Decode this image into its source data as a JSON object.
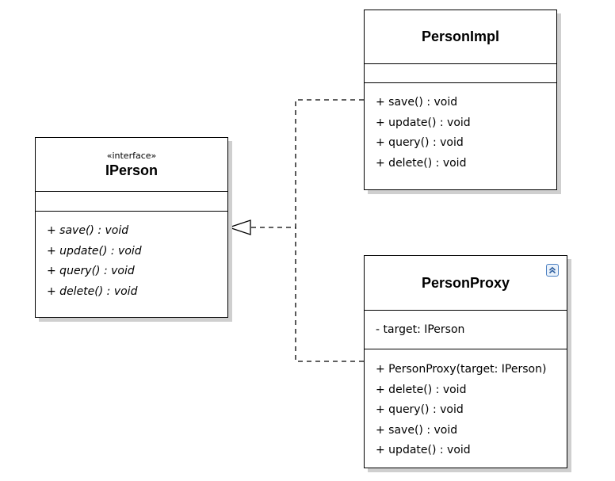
{
  "iperson": {
    "stereotype": "«interface»",
    "name": "IPerson",
    "operations": [
      "+ save() : void",
      "+ update() : void",
      "+ query() : void",
      "+ delete() : void"
    ]
  },
  "personimpl": {
    "name": "PersonImpl",
    "operations": [
      "+ save() : void",
      "+ update() : void",
      "+ query() : void",
      "+ delete() : void"
    ]
  },
  "personproxy": {
    "name": "PersonProxy",
    "attributes": [
      "- target: IPerson"
    ],
    "operations": [
      "+ PersonProxy(target: IPerson)",
      "+ delete() : void",
      "+ query() : void",
      "+ save() : void",
      "+ update() : void"
    ],
    "collapse_icon": "double-chevron-up-icon"
  },
  "colors": {
    "line": "#000000",
    "shadow": "#cfcfcf",
    "icon_accent": "#4b7fc1"
  }
}
